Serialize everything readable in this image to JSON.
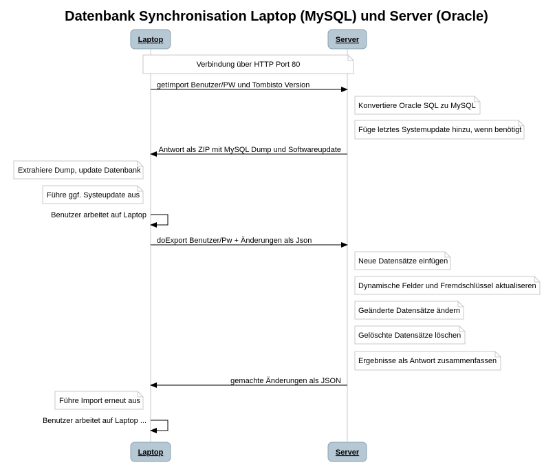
{
  "title": "Datenbank Synchronisation Laptop (MySQL) und Server (Oracle)",
  "participants": {
    "laptop": "Laptop",
    "server": "Server"
  },
  "messages": {
    "http_note": "Verbindung über HTTP Port 80",
    "get_import": "getImport Benutzer/PW und Tombisto Version",
    "convert_sql": "Konvertiere Oracle SQL zu MySQL",
    "add_update": "Füge letztes Systemupdate hinzu, wenn benötigt",
    "answer_zip": "Antwort als ZIP mit MySQL Dump und Softwareupdate",
    "extract_dump": "Extrahiere Dump, update Datenbank",
    "run_update": "Führe ggf. Systeupdate aus",
    "user_works": "Benutzer arbeitet auf Laptop",
    "do_export": "doExport Benutzer/Pw + Änderungen als Json",
    "insert_records": "Neue Datensätze einfügen",
    "update_fields": "Dynamische Felder und Fremdschlüssel aktualiseren",
    "change_records": "Geänderte Datensätze ändern",
    "delete_records": "Gelöschte Datensätze löschen",
    "summarize": "Ergebnisse als Antwort zusammenfassen",
    "changes_json": "gemachte Änderungen als JSON",
    "run_import": "Führe Import erneut aus",
    "user_works_again": "Benutzer arbeitet auf Laptop ..."
  },
  "colors": {
    "participant_fill": "#b7c8d5",
    "participant_stroke": "#8aa0b0",
    "lifeline": "#c8c8c8",
    "arrow": "#000000"
  }
}
